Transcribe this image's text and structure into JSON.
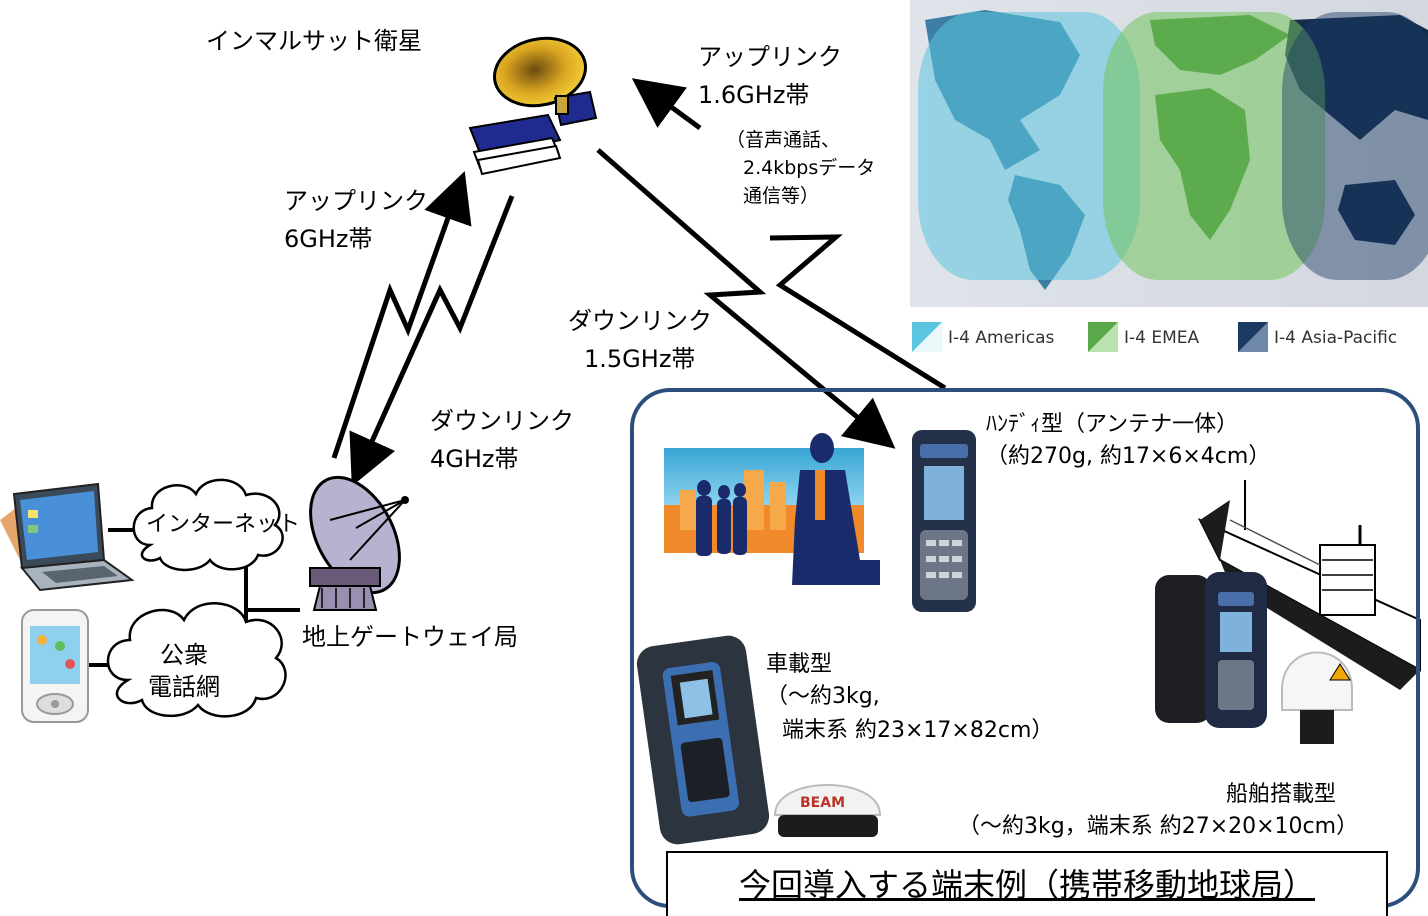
{
  "satellite": {
    "label": "インマルサット衛星"
  },
  "uplink_terminal": {
    "line1": "アップリンク",
    "line2": "1.6GHz帯"
  },
  "uplink_note": {
    "line1": "（音声通話、",
    "line2": "2.4kbpsデータ",
    "line3": "通信等）"
  },
  "uplink_gateway": {
    "line1": "アップリンク",
    "line2": "6GHz帯"
  },
  "downlink_terminal": {
    "line1": "ダウンリンク",
    "line2": "1.5GHz帯"
  },
  "downlink_gateway": {
    "line1": "ダウンリンク",
    "line2": "4GHz帯"
  },
  "internet": {
    "label": "インターネット"
  },
  "pstn": {
    "line1": "公衆",
    "line2": "電話網"
  },
  "gateway_station": {
    "label": "地上ゲートウェイ局"
  },
  "coverage_legend": [
    {
      "label": "I-4 Americas",
      "color": "#5bc4df"
    },
    {
      "label": "I-4 EMEA",
      "color": "#5aa84a"
    },
    {
      "label": "I-4 Asia-Pacific",
      "color": "#1b3a63"
    }
  ],
  "handheld": {
    "line1": "ﾊﾝﾃﾞｨ型（アンテナ一体）",
    "line2": "（約270g, 約17×6×4cm）"
  },
  "vehicle": {
    "line1": "車載型",
    "line2": "（～約3kg,",
    "line3": "端末系 約23×17×82cm）"
  },
  "ship": {
    "line1": "船舶搭載型",
    "line2": "（～約3kg，端末系 約27×20×10cm）"
  },
  "beam_logo": "BEAM",
  "caption": "今回導入する端末例（携帯移動地球局）",
  "colors": {
    "frame": "#2b4e7d"
  }
}
